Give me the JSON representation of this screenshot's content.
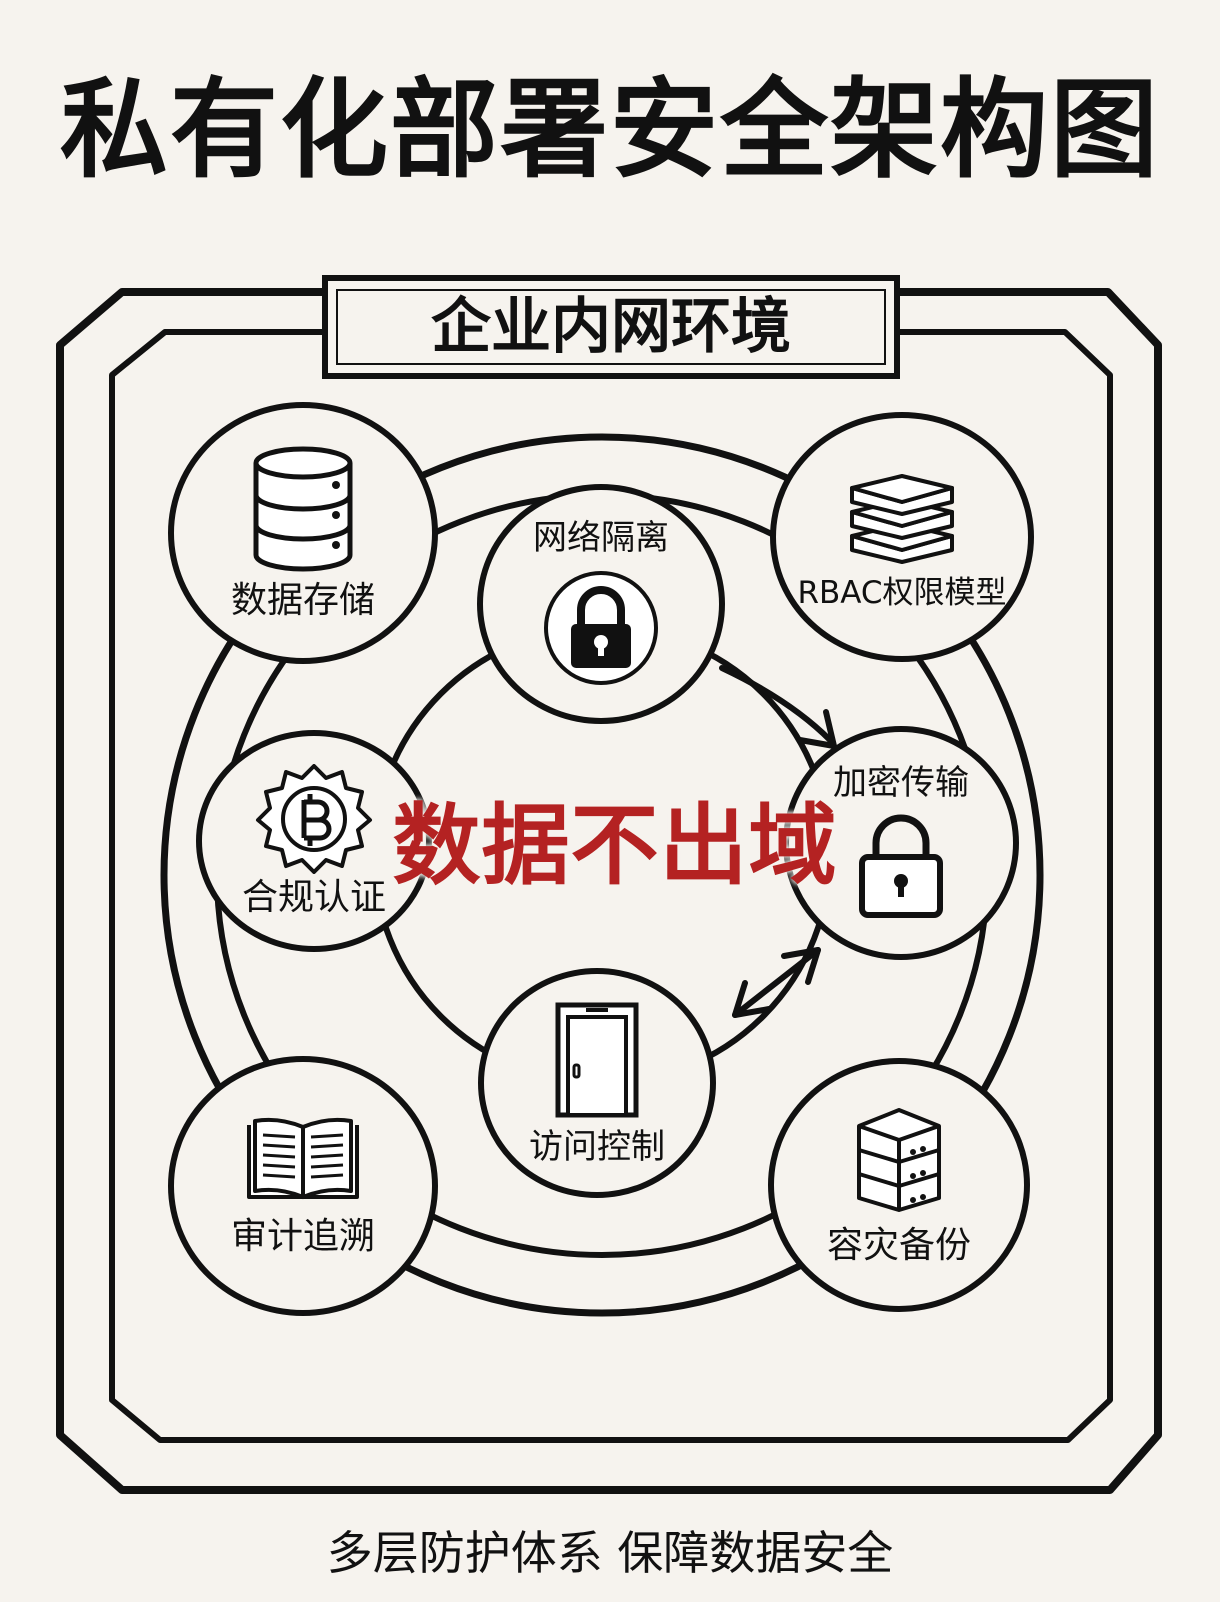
{
  "title": "私有化部署安全架构图",
  "frame_label": "企业内网环境",
  "core_label": "数据不出域",
  "nodes": {
    "data_storage": {
      "label": "数据存储",
      "icon": "database-icon"
    },
    "network_isolation": {
      "label": "网络隔离",
      "icon": "lock-icon"
    },
    "rbac": {
      "label": "RBAC权限模型",
      "icon": "server-stack-icon"
    },
    "compliance": {
      "label": "合规认证",
      "icon": "certificate-seal-icon"
    },
    "encrypted_transfer": {
      "label": "加密传输",
      "icon": "padlock-icon"
    },
    "access_control": {
      "label": "访问控制",
      "icon": "door-icon"
    },
    "audit_trace": {
      "label": "审计追溯",
      "icon": "open-book-icon"
    },
    "disaster_backup": {
      "label": "容灾备份",
      "icon": "server-icon"
    }
  },
  "footer": "多层防护体系 保障数据安全",
  "colors": {
    "ink": "#111111",
    "accent": "#b42222",
    "background": "#f6f3ee"
  }
}
